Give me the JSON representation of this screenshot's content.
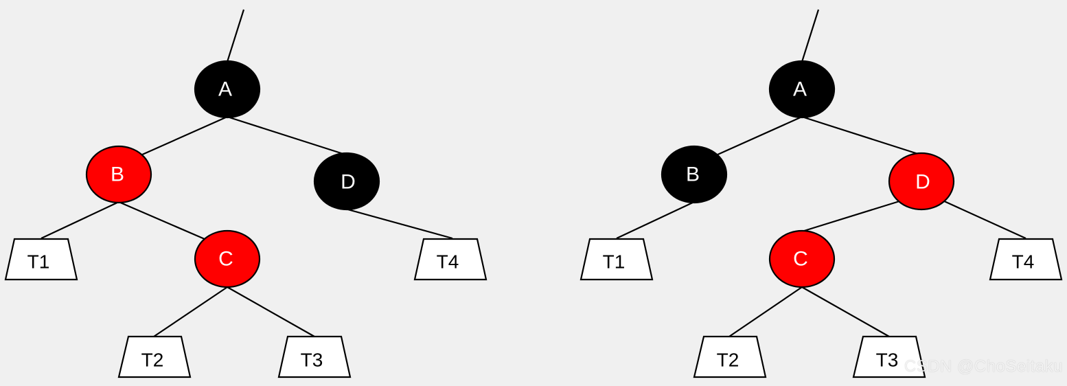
{
  "colors": {
    "black_node": "#000000",
    "red_node": "#ff0000",
    "background": "#f0f0f0"
  },
  "trees": [
    {
      "nodes": [
        {
          "id": "A",
          "label": "A",
          "color": "black"
        },
        {
          "id": "B",
          "label": "B",
          "color": "red"
        },
        {
          "id": "D",
          "label": "D",
          "color": "black"
        },
        {
          "id": "C",
          "label": "C",
          "color": "red"
        }
      ],
      "subtrees": [
        {
          "id": "T1",
          "label": "T1"
        },
        {
          "id": "T2",
          "label": "T2"
        },
        {
          "id": "T3",
          "label": "T3"
        },
        {
          "id": "T4",
          "label": "T4"
        }
      ]
    },
    {
      "nodes": [
        {
          "id": "A",
          "label": "A",
          "color": "black"
        },
        {
          "id": "B",
          "label": "B",
          "color": "black"
        },
        {
          "id": "D",
          "label": "D",
          "color": "red"
        },
        {
          "id": "C",
          "label": "C",
          "color": "red"
        }
      ],
      "subtrees": [
        {
          "id": "T1",
          "label": "T1"
        },
        {
          "id": "T2",
          "label": "T2"
        },
        {
          "id": "T3",
          "label": "T3"
        },
        {
          "id": "T4",
          "label": "T4"
        }
      ]
    }
  ],
  "watermark": "CSDN @ChoSeitaku"
}
